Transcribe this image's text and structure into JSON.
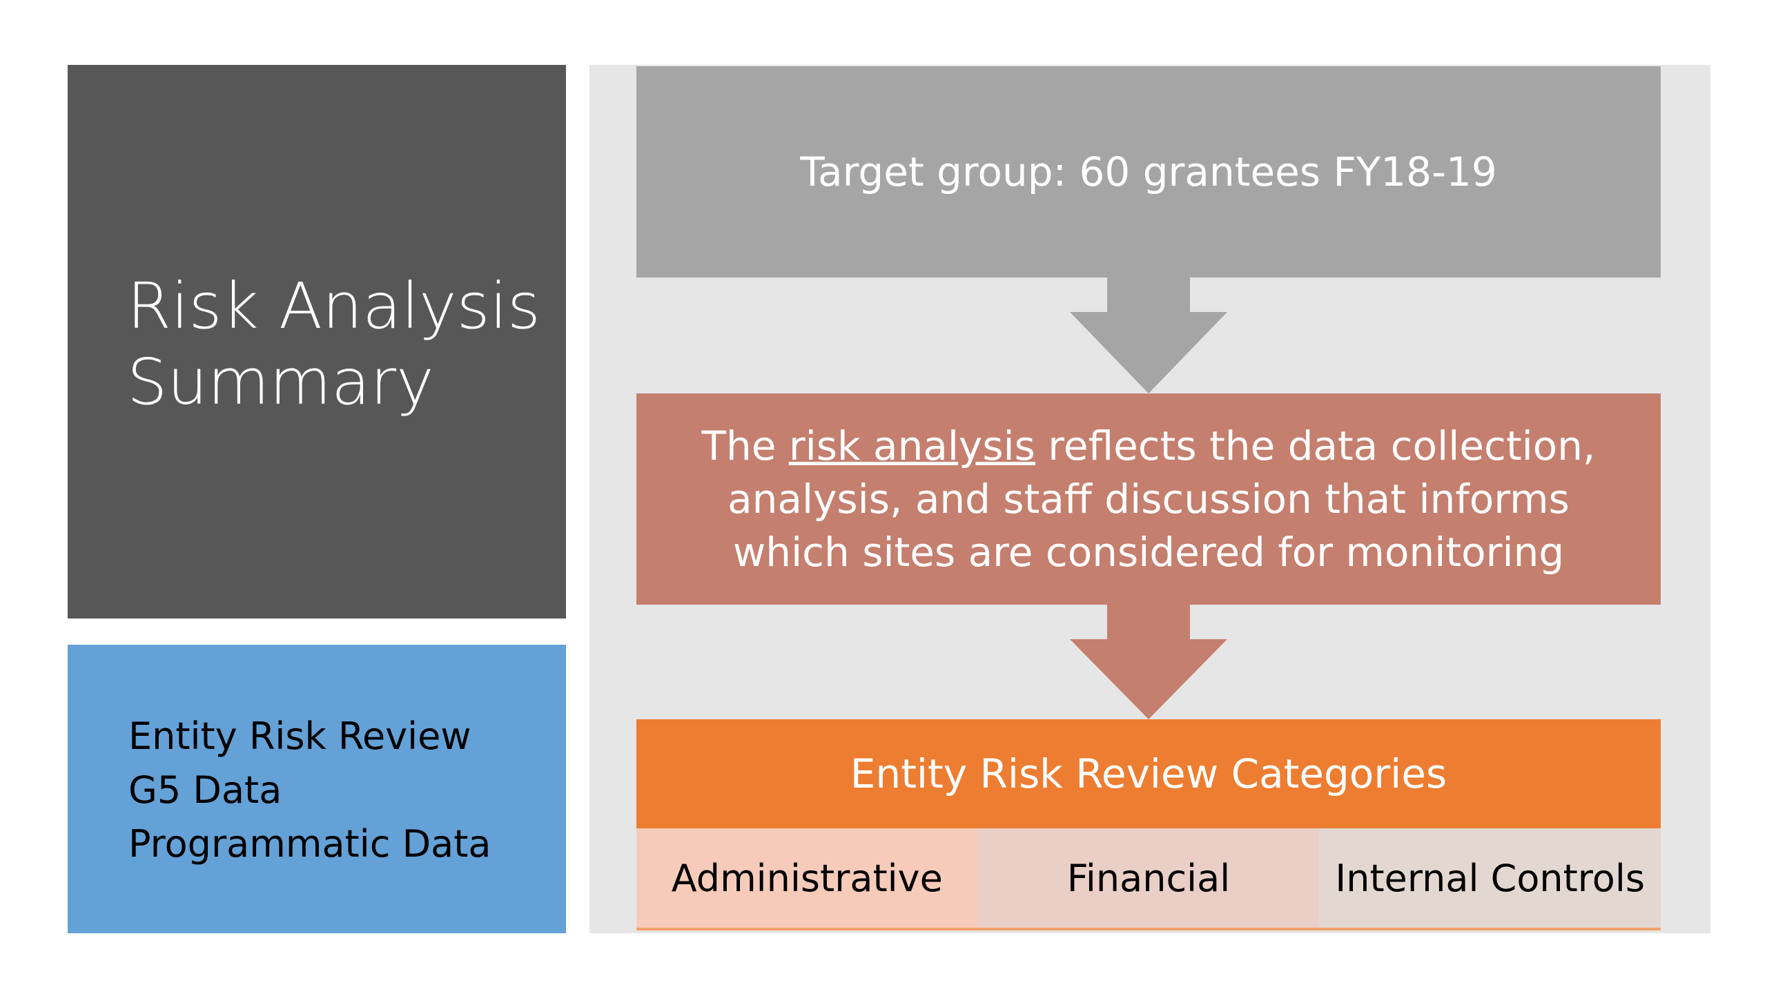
{
  "title": {
    "line1": "Risk Analysis",
    "line2": "Summary"
  },
  "data_sources": [
    "Entity Risk Review",
    "G5 Data",
    "Programmatic Data"
  ],
  "flow": {
    "target": "Target group: 60 grantees FY18-19",
    "analysis": {
      "before": "The ",
      "emphasis": "risk analysis",
      "after": " reflects the data collection, analysis, and staff discussion that informs which sites are considered for monitoring"
    },
    "categories_title": "Entity Risk Review Categories",
    "categories": [
      "Administrative",
      "Financial",
      "Internal Controls"
    ]
  },
  "colors": {
    "title_box": "#575757",
    "sources_box": "#64a1d7",
    "panel": "#e6e6e6",
    "target_box": "#a5a5a5",
    "analysis_box": "#c47f6e",
    "categories_header": "#ed7d31",
    "category_cells": [
      "#f6cbb9",
      "#eacfc6",
      "#e3d8d1"
    ]
  }
}
